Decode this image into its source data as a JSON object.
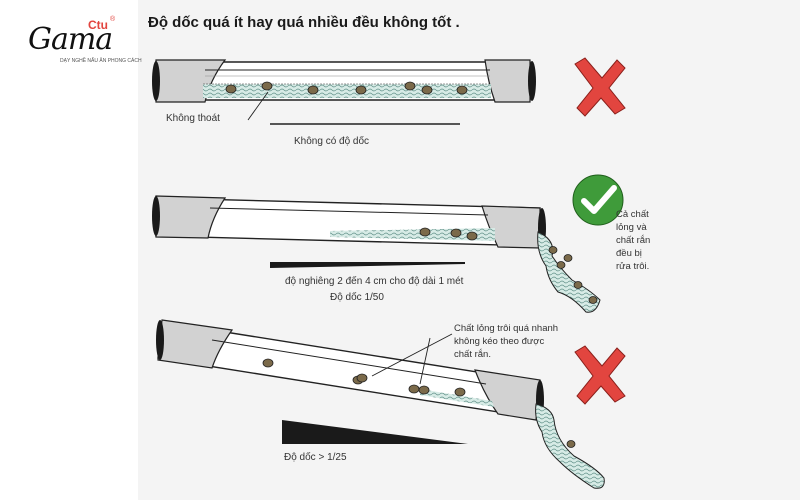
{
  "logo": {
    "mark": "Gama",
    "brand_accent": "Ctu",
    "registered": "®",
    "tagline": "DẠY NGHỀ NẤU ĂN PHONG CÁCH"
  },
  "title": "Độ dốc quá ít hay quá nhiều đều không tốt .",
  "panels": [
    {
      "result": "wrong",
      "labels": {
        "no_drain": "Không thoát",
        "no_slope": "Không có độ dốc"
      }
    },
    {
      "result": "correct",
      "labels": {
        "incline": "độ nghiêng 2 đến 4 cm cho độ dài 1 mét",
        "slope": "Độ dốc 1/50",
        "outcome_lines": [
          "Cả chất",
          "lỏng và",
          "chất rắn",
          "đều bị",
          "rửa trôi."
        ]
      }
    },
    {
      "result": "wrong",
      "labels": {
        "note_lines": [
          "Chất lỏng trôi quá nhanh",
          "không kéo theo được",
          "chất rắn."
        ],
        "slope": "Độ dốc > 1/25"
      }
    }
  ],
  "colors": {
    "accent": "#e2453f",
    "check": "#3f9b3a",
    "water": "#d7ebe6",
    "pipe_wall": "#d2d2d2",
    "solid": "#7b6a4a"
  }
}
